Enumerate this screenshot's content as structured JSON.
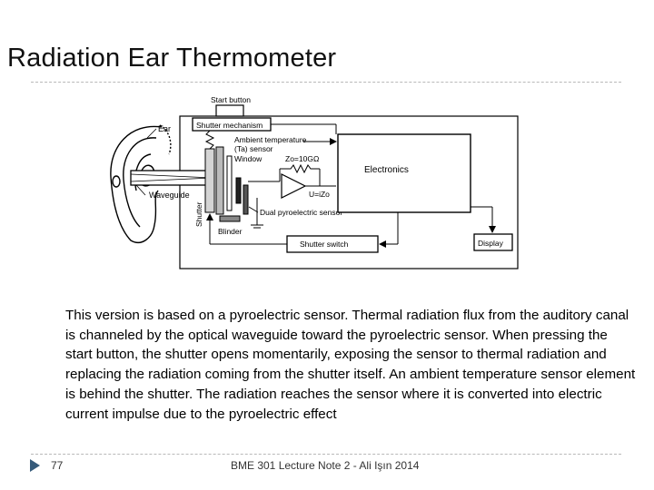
{
  "slide": {
    "title": "Radiation Ear Thermometer",
    "description": "This version is based on a pyroelectric sensor. Thermal radiation flux from the auditory canal is channeled by the optical waveguide toward the pyroelectric sensor. When pressing the start button, the shutter opens momentarily, exposing the sensor to thermal radiation and replacing the radiation coming from the shutter itself. An ambient temperature sensor element is behind the shutter. The radiation reaches the sensor where it is converted into electric current impulse due to the pyroelectric effect",
    "page_number": "77",
    "footer": "BME 301 Lecture Note 2 - Ali Işın 2014"
  },
  "diagram": {
    "start_button": "Start button",
    "ear": "Ear",
    "shutter_mechanism": "Shutter mechanism",
    "ambient_temperature_1": "Ambient temperature",
    "ambient_temperature_2": "(Ta) sensor",
    "window": "Window",
    "resistor": "Zo=10GΩ",
    "electronics": "Electronics",
    "output": "U=iZo",
    "waveguide": "Waveguide",
    "shutter": "Shutter",
    "dual_sensor": "Dual pyroelectric sensor",
    "blinder": "Blinder",
    "shutter_switch": "Shutter switch",
    "display": "Display"
  }
}
